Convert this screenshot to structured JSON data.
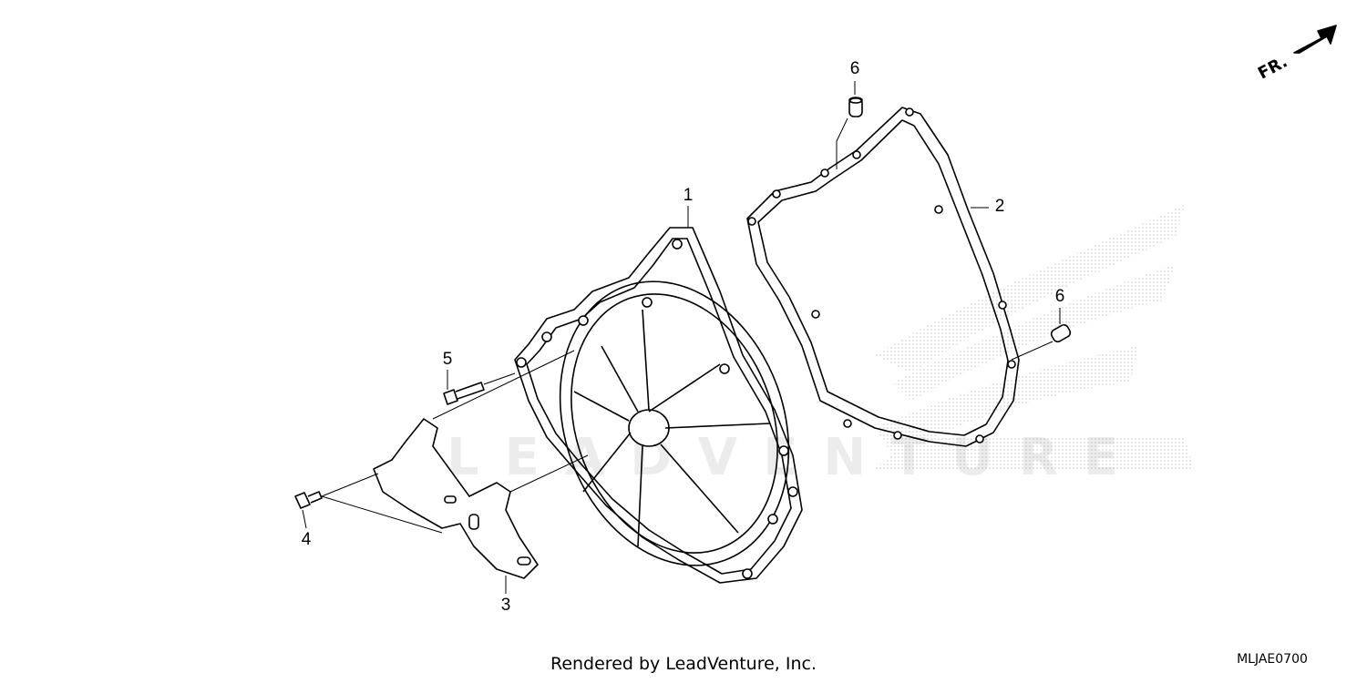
{
  "diagram": {
    "direction_label": "FR.",
    "callouts": [
      {
        "id": "1",
        "part": "cover"
      },
      {
        "id": "2",
        "part": "gasket"
      },
      {
        "id": "3",
        "part": "bracket"
      },
      {
        "id": "4",
        "part": "bolt"
      },
      {
        "id": "5",
        "part": "bolt"
      },
      {
        "id": "6",
        "part": "dowel-pin"
      },
      {
        "id": "6",
        "part": "dowel-pin"
      }
    ],
    "watermark": "LEADVENTURE",
    "diagram_code": "MLJAE0700"
  },
  "footer": {
    "text": "Rendered by LeadVenture, Inc."
  }
}
